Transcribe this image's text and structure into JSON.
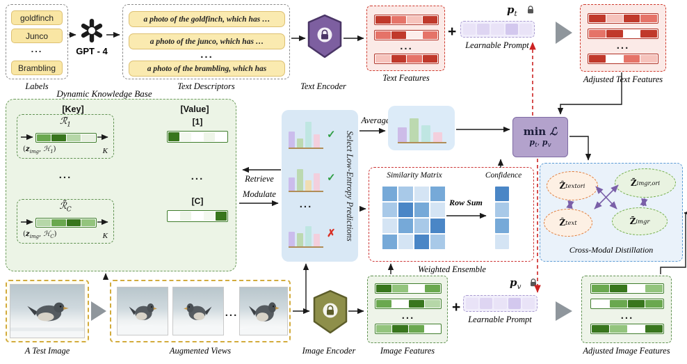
{
  "palette": {
    "accent_red": "#cf3a2e",
    "accent_green": "#5f9150",
    "accent_yellow": "#d2ab3c",
    "accent_purple": "#7d5fa0",
    "accent_olive": "#8e8f4a",
    "select_bg": "#d9e8f5",
    "min_bg": "#b3a2cc",
    "crossmodal_blue": "#5b9bd5",
    "check_color": "#2f9e44",
    "cross_color": "#d93025",
    "gray_arrow": "#8f969c",
    "red_arrow": "#cc2222",
    "purple_arrow": "#7a5fa8"
  },
  "top": {
    "labels": {
      "items": [
        "goldfinch",
        "Junco",
        "...",
        "Brambling"
      ],
      "caption": "Labels"
    },
    "gpt_label": "GPT - 4",
    "descriptors": {
      "lines": [
        "a photo of the goldfinch, which has …",
        "a photo of the junco, which has …",
        "a photo of the brambling, which has"
      ],
      "ellipsis": "...",
      "caption": "Text Descriptors"
    },
    "text_encoder_caption": "Text Encoder",
    "text_features": {
      "caption": "Text Features",
      "ellipsis": "...",
      "rows": [
        [
          "#c0392b",
          "#e57368",
          "#f6c3bc",
          "#c0392b"
        ],
        [
          "#e57368",
          "#c0392b",
          "#fdeeec",
          "#e57368"
        ],
        [
          "#f6c3bc",
          "#c0392b",
          "#e57368",
          "#c0392b"
        ]
      ]
    },
    "plus": "+",
    "prompt_t": {
      "formula": [
        {
          "t": "p",
          "b": 1,
          "i": 1
        },
        {
          "t": "t",
          "sub": 1,
          "i": 1
        }
      ],
      "cells": [
        "#e9e3f7",
        "#ded5f2",
        "#e9e3f7",
        "#d3c8ee",
        "#e9e3f7"
      ],
      "caption": "Learnable Prompt"
    },
    "adjusted_text": {
      "caption": "Adjusted Text Features",
      "ellipsis": "...",
      "rows": [
        [
          "#c0392b",
          "#f6c3bc",
          "#c0392b",
          "#e57368"
        ],
        [
          "#e57368",
          "#c0392b",
          "#ffffff",
          "#c0392b"
        ],
        [
          "#c0392b",
          "#ffffff",
          "#e57368",
          "#f6c3bc"
        ]
      ]
    }
  },
  "kb": {
    "caption": "Dynamic Knowledge Base",
    "key_header": "[Key]",
    "value_header": "[Value]",
    "entry1": {
      "title": [
        {
          "t": "ℛ̃",
          "i": 1
        },
        {
          "t": "1",
          "sub": 1,
          "i": 1
        }
      ],
      "cells": [
        "#6aa84f",
        "#38761d",
        "#b6d7a8",
        "#e7f0e0"
      ],
      "subtext": [
        {
          "t": "("
        },
        {
          "t": "z",
          "b": 1,
          "i": 1
        },
        {
          "t": "img",
          "sub": 1,
          "i": 1
        },
        {
          "t": ", "
        },
        {
          "t": "ℋ",
          "i": 1
        },
        {
          "t": "1",
          "sub": 1,
          "i": 1
        },
        {
          "t": ")"
        }
      ],
      "k": "K"
    },
    "entryC": {
      "title": [
        {
          "t": "ℛ̃",
          "i": 1
        },
        {
          "t": "C",
          "sub": 1,
          "i": 1
        }
      ],
      "cells": [
        "#b6d7a8",
        "#6aa84f",
        "#38761d",
        "#93c47d"
      ],
      "subtext": [
        {
          "t": "("
        },
        {
          "t": "z",
          "b": 1,
          "i": 1
        },
        {
          "t": "img",
          "sub": 1,
          "i": 1
        },
        {
          "t": ", "
        },
        {
          "t": "ℋ",
          "i": 1
        },
        {
          "t": "C",
          "sub": 1,
          "i": 1
        },
        {
          "t": ")"
        }
      ],
      "k": "K"
    },
    "value1_label": "[1]",
    "valueC_label": "[C]",
    "value1_cells": [
      "#38761d",
      "#f3f8ef",
      "#ffffff",
      "#eef5e8",
      "#ffffff"
    ],
    "valueC_cells": [
      "#ffffff",
      "#eef5e8",
      "#ffffff",
      "#f3f8ef",
      "#38761d"
    ],
    "dots": "...",
    "retrieve": "Retrieve",
    "modulate": "Modulate"
  },
  "select": {
    "caption": "Select Low-Entropy Predictions",
    "ellipsis": "...",
    "charts": [
      {
        "bars": [
          {
            "h": 0.55,
            "c": "#cbbcec"
          },
          {
            "h": 0.3,
            "c": "#bcd9b0"
          },
          {
            "h": 0.88,
            "c": "#bfe6e2"
          },
          {
            "h": 0.45,
            "c": "#f3cfdd"
          }
        ],
        "mark": "✓"
      },
      {
        "bars": [
          {
            "h": 0.45,
            "c": "#cbbcec"
          },
          {
            "h": 0.75,
            "c": "#bcd9b0"
          },
          {
            "h": 0.35,
            "c": "#f0ddb2"
          },
          {
            "h": 0.6,
            "c": "#f3cfdd"
          }
        ],
        "mark": "✓"
      },
      {
        "bars": [
          {
            "h": 0.5,
            "c": "#cbbcec"
          },
          {
            "h": 0.45,
            "c": "#bcd9b0"
          },
          {
            "h": 0.68,
            "c": "#bfe6e2"
          },
          {
            "h": 0.42,
            "c": "#f3cfdd"
          }
        ],
        "mark": "✗"
      }
    ]
  },
  "average": {
    "label": "Average",
    "bars": [
      {
        "h": 0.5,
        "c": "#cdbce8"
      },
      {
        "h": 0.8,
        "c": "#bcd9b0"
      },
      {
        "h": 0.58,
        "c": "#bfe6e2"
      },
      {
        "h": 0.34,
        "c": "#f3cfdd"
      }
    ]
  },
  "min_box": {
    "line1": [
      {
        "t": "min "
      },
      {
        "t": "ℒ",
        "b": 1,
        "i": 1
      }
    ],
    "line2": [
      {
        "t": "p",
        "b": 1,
        "i": 1
      },
      {
        "t": "t",
        "sub": 1,
        "i": 1
      },
      {
        "t": ", "
      },
      {
        "t": "p",
        "b": 1,
        "i": 1
      },
      {
        "t": "v",
        "sub": 1,
        "i": 1
      }
    ]
  },
  "ensemble": {
    "caption": "Weighted Ensemble",
    "sim_label": "Similarity Matrix",
    "conf_label": "Confidence",
    "row_sum": "Row Sum",
    "matrix": [
      [
        "#76a9d8",
        "#a8c9e8",
        "#d4e4f4",
        "#76a9d8"
      ],
      [
        "#a8c9e8",
        "#4a86c6",
        "#76a9d8",
        "#d4e4f4"
      ],
      [
        "#d4e4f4",
        "#76a9d8",
        "#a8c9e8",
        "#4a86c6"
      ],
      [
        "#76a9d8",
        "#d4e4f4",
        "#4a86c6",
        "#a8c9e8"
      ]
    ],
    "confidence": [
      "#4a86c6",
      "#a8c9e8",
      "#76a9d8",
      "#d4e4f4"
    ]
  },
  "crossmodal": {
    "caption": "Cross-Modal Distillation",
    "tl": [
      {
        "t": "Ẑ",
        "b": 1
      },
      {
        "t": "text",
        "sub": 1,
        "i": 1
      },
      {
        "t": "ori",
        "sup": 1,
        "i": 1
      }
    ],
    "tr": [
      {
        "t": "Z̄",
        "b": 1
      },
      {
        "t": "img",
        "sub": 1,
        "i": 1
      },
      {
        "t": "r,ori",
        "sup": 1,
        "i": 1
      }
    ],
    "bl": [
      {
        "t": "Ẑ",
        "b": 1
      },
      {
        "t": "text",
        "sub": 1,
        "i": 1
      }
    ],
    "br": [
      {
        "t": "Z̄",
        "b": 1
      },
      {
        "t": "img",
        "sub": 1,
        "i": 1
      },
      {
        "t": "r",
        "sup": 1,
        "i": 1
      }
    ]
  },
  "bottom": {
    "test_caption": "A Test Image",
    "aug_caption": "Augmented Views",
    "aug_ellipsis": "...",
    "image_encoder_caption": "Image Encoder",
    "image_features": {
      "caption": "Image Features",
      "ellipsis": "...",
      "rows": [
        [
          "#38761d",
          "#93c47d",
          "#ffffff",
          "#6aa84f"
        ],
        [
          "#6aa84f",
          "#ffffff",
          "#38761d",
          "#b6d7a8"
        ],
        [
          "#93c47d",
          "#38761d",
          "#6aa84f",
          "#ffffff"
        ]
      ]
    },
    "plus": "+",
    "prompt_v": {
      "formula": [
        {
          "t": "p",
          "b": 1,
          "i": 1
        },
        {
          "t": "v",
          "sub": 1,
          "i": 1
        }
      ],
      "cells": [
        "#e9e3f7",
        "#ded5f2",
        "#e9e3f7",
        "#d3c8ee",
        "#e9e3f7"
      ],
      "caption": "Learnable Prompt"
    },
    "adjusted_image": {
      "caption": "Adjusted Image Features",
      "ellipsis": "...",
      "rows": [
        [
          "#6aa84f",
          "#38761d",
          "#ffffff",
          "#93c47d"
        ],
        [
          "#ffffff",
          "#6aa84f",
          "#38761d",
          "#6aa84f"
        ],
        [
          "#38761d",
          "#93c47d",
          "#ffffff",
          "#38761d"
        ]
      ]
    }
  }
}
